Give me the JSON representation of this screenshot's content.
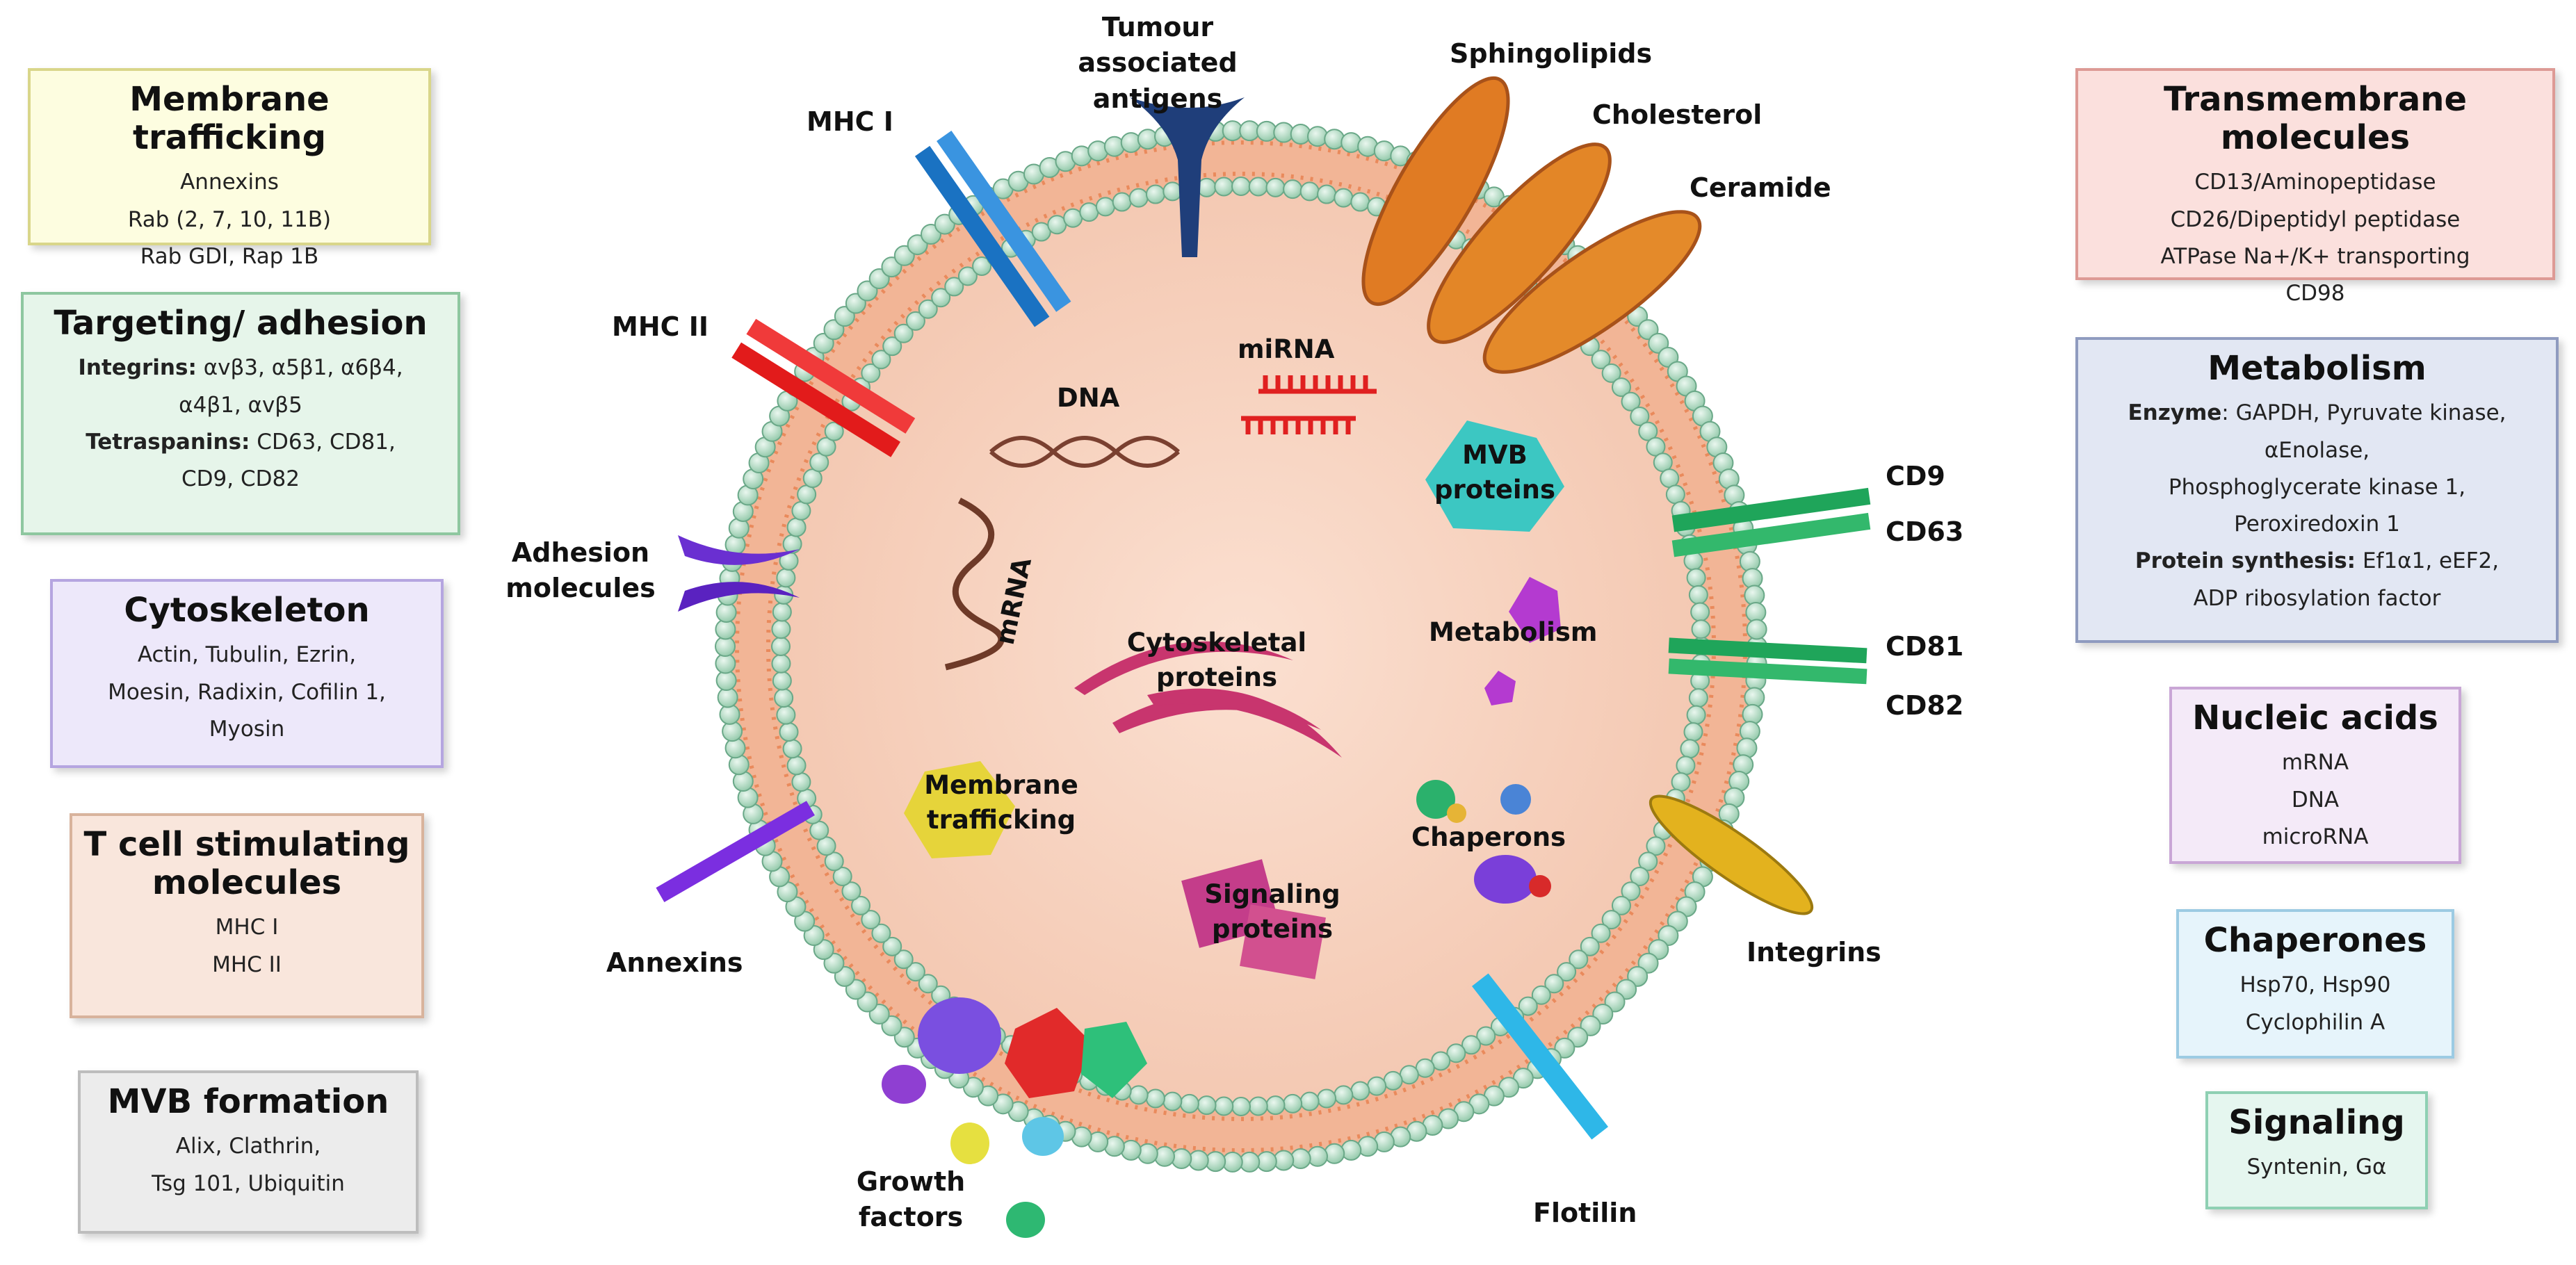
{
  "left_boxes": [
    {
      "title": "Membrane trafficking",
      "lines": [
        "Annexins",
        "Rab (2, 7, 10, 11B)",
        "Rab GDI, Rap 1B"
      ]
    },
    {
      "title": "Targeting/ adhesion",
      "lines": [
        {
          "b": "Integrins:",
          "t": " αvβ3, α5β1, α6β4,"
        },
        "α4β1, αvβ5",
        {
          "b": "Tetraspanins:",
          "t": " CD63, CD81,"
        },
        "CD9, CD82"
      ]
    },
    {
      "title": "Cytoskeleton",
      "lines": [
        "Actin, Tubulin, Ezrin,",
        "Moesin, Radixin, Cofilin 1,",
        "Myosin"
      ]
    },
    {
      "title": "T cell stimulating molecules",
      "title_lines": [
        "T cell stimulating",
        "molecules"
      ],
      "lines": [
        "MHC I",
        "MHC II"
      ]
    },
    {
      "title": "MVB formation",
      "lines": [
        "Alix, Clathrin,",
        "Tsg 101, Ubiquitin"
      ]
    }
  ],
  "right_boxes": [
    {
      "title": "Transmembrane molecules",
      "lines": [
        "CD13/Aminopeptidase",
        "CD26/Dipeptidyl peptidase",
        "ATPase Na+/K+ transporting",
        "CD98"
      ]
    },
    {
      "title": "Metabolism",
      "lines": [
        {
          "b": "Enzyme",
          "t": ": GAPDH, Pyruvate kinase,"
        },
        "αEnolase,",
        "Phosphoglycerate kinase 1,",
        "Peroxiredoxin  1",
        {
          "b": "Protein synthesis:",
          "t": " Ef1α1, eEF2,"
        },
        "ADP ribosylation factor"
      ]
    },
    {
      "title": "Nucleic acids",
      "lines": [
        "mRNA",
        "DNA",
        "microRNA"
      ]
    },
    {
      "title": "Chaperones",
      "lines": [
        "Hsp70, Hsp90",
        "Cyclophilin A"
      ]
    },
    {
      "title": "Signaling",
      "lines": [
        "Syntenin, Gα"
      ]
    }
  ],
  "outer_labels": {
    "tumour_antigens": "Tumour associated antigens",
    "mhc1": "MHC I",
    "mhc2": "MHC II",
    "adhesion": "Adhesion molecules",
    "annexins": "Annexins",
    "growth": "Growth factors",
    "flotilin": "Flotilin",
    "integrins": "Integrins",
    "cd9": "CD9",
    "cd63": "CD63",
    "cd81": "CD81",
    "cd82": "CD82",
    "sphingolipids": "Sphingolipids",
    "cholesterol": "Cholesterol",
    "ceramide": "Ceramide"
  },
  "inner_labels": {
    "dna": "DNA",
    "mirna": "miRNA",
    "mrna": "mRNA",
    "mvb": "MVB proteins",
    "cytoskeletal": "Cytoskeletal proteins",
    "metabolism": "Metabolism",
    "membrane_trafficking": "Membrane trafficking",
    "chaperons": "Chaperons",
    "signaling": "Signaling proteins"
  },
  "colors": {
    "membrane_trafficking": "#fdfde0",
    "targeting": "#e6f5ea",
    "cytoskeleton": "#ede8fa",
    "tcell": "#f9e6dc",
    "mvb_formation": "#ececec",
    "transmembrane": "#fbe0dd",
    "metabolism": "#e2e7f3",
    "nucleic": "#f4eaf8",
    "chaperones": "#e6f4fb",
    "signaling": "#e5f6ef",
    "vesicle_fill": "#f9d6c4",
    "lipid_head": "#b9dcc8",
    "membrane": "#ef8f63"
  }
}
